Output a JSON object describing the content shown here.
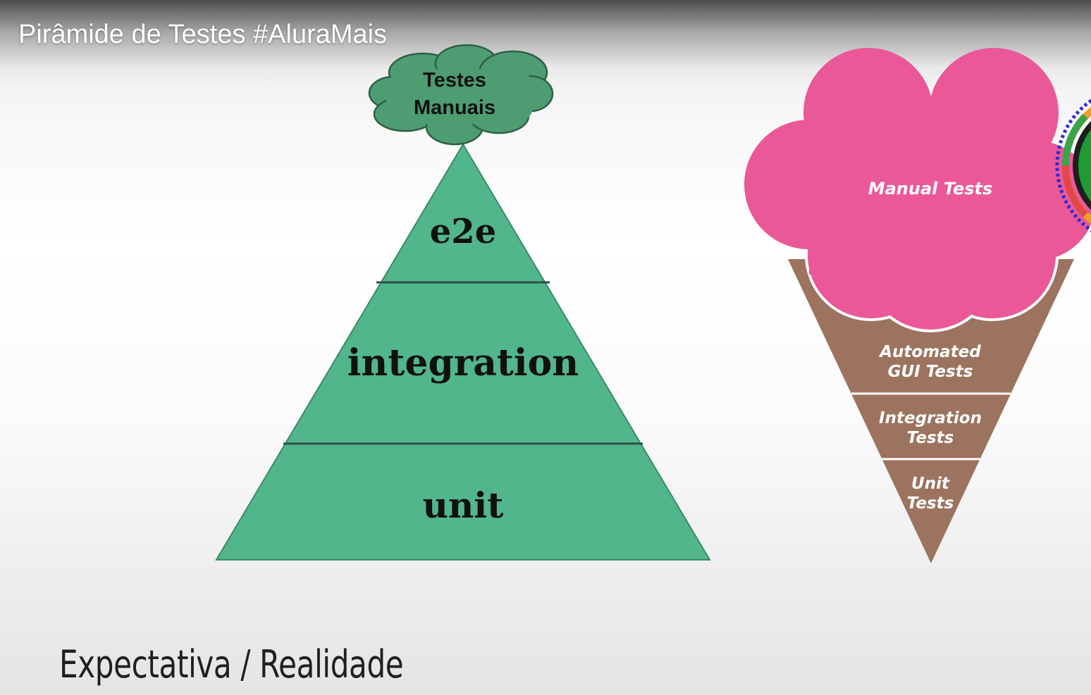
{
  "video": {
    "title": "Pirâmide de Testes #AluraMais"
  },
  "pyramid": {
    "cloud_label_line1": "Testes",
    "cloud_label_line2": "Manuais",
    "layers": [
      "e2e",
      "integration",
      "unit"
    ],
    "color": "#52b68c",
    "cloud_color": "#4e9c72"
  },
  "ice_cream_cone": {
    "scoop_label": "Manual Tests",
    "automated_gui_line1": "Automated",
    "automated_gui_line2": "GUI Tests",
    "integration_line1": "Integration",
    "integration_line2": "Tests",
    "unit_line1": "Unit",
    "unit_line2": "Tests",
    "scoop_color": "#ea5898",
    "cone_color": "#9c735e"
  },
  "caption": "Expectativa / Realidade",
  "overlay": {
    "icon": "rainbow-ring-avatar-icon"
  }
}
